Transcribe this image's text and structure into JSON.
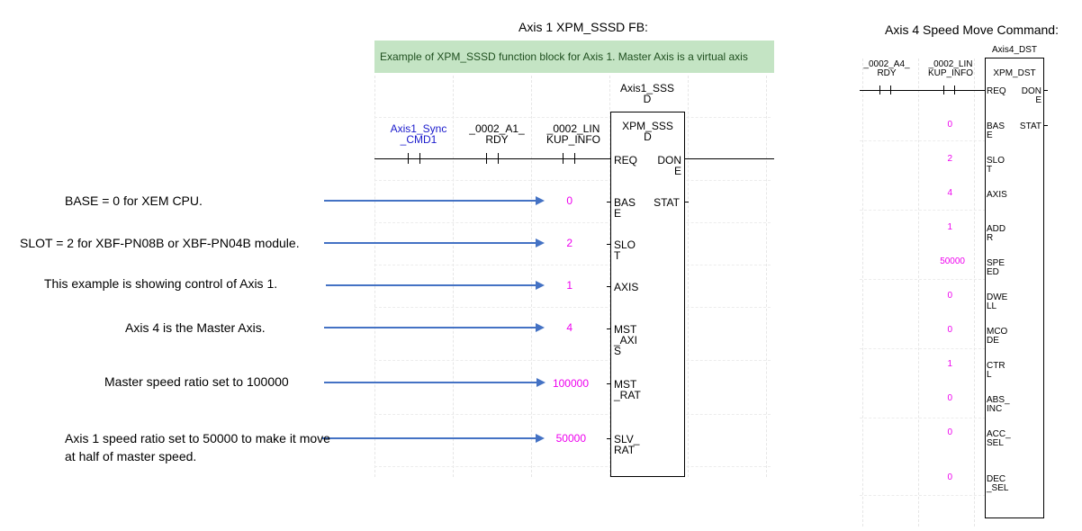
{
  "left_fb": {
    "heading": "Axis 1 XPM_SSSD FB:",
    "banner": "Example of XPM_SSSD function block for Axis 1. Master Axis is a virtual axis",
    "instance_name": "Axis1_SSS\nD",
    "block_type": "XPM_SSS\nD",
    "contacts": [
      {
        "label": "Axis1_Sync\n_CMD1",
        "color": "#1a1acc"
      },
      {
        "label": "_0002_A1_\nRDY",
        "color": "#000000"
      },
      {
        "label": "_0002_LIN\nKUP_INFO",
        "color": "#000000"
      }
    ],
    "outputs": {
      "done": "DON\nE",
      "stat": "STAT"
    },
    "inputs": [
      {
        "pin": "REQ",
        "value": ""
      },
      {
        "pin": "BAS\nE",
        "value": "0"
      },
      {
        "pin": "SLO\nT",
        "value": "2"
      },
      {
        "pin": "AXIS",
        "value": "1"
      },
      {
        "pin": "MST\n_AXI\nS",
        "value": "4"
      },
      {
        "pin": "MST\n_RAT",
        "value": "100000"
      },
      {
        "pin": "SLV_\nRAT",
        "value": "50000"
      }
    ],
    "notes": [
      "BASE = 0 for XEM CPU.",
      "SLOT = 2 for XBF-PN08B or XBF-PN04B module.",
      "This example is showing control of Axis 1.",
      "Axis 4 is the Master Axis.",
      "Master speed ratio set to 100000",
      "Axis 1 speed ratio set to 50000 to make it move at half of master speed."
    ]
  },
  "right_fb": {
    "heading": "Axis 4 Speed Move Command:",
    "instance_name": "Axis4_DST",
    "block_type": "XPM_DST",
    "contacts": [
      {
        "label": "_0002_A4_\nRDY"
      },
      {
        "label": "_0002_LIN\nKUP_INFO"
      }
    ],
    "outputs": {
      "done": "DON\nE",
      "stat": "STAT"
    },
    "inputs": [
      {
        "pin": "REQ",
        "value": ""
      },
      {
        "pin": "BAS\nE",
        "value": "0"
      },
      {
        "pin": "SLO\nT",
        "value": "2"
      },
      {
        "pin": "AXIS",
        "value": "4"
      },
      {
        "pin": "ADD\nR",
        "value": "1"
      },
      {
        "pin": "SPE\nED",
        "value": "50000"
      },
      {
        "pin": "DWE\nLL",
        "value": "0"
      },
      {
        "pin": "MCO\nDE",
        "value": "0"
      },
      {
        "pin": "CTR\nL",
        "value": "1"
      },
      {
        "pin": "ABS_\nINC",
        "value": "0"
      },
      {
        "pin": "ACC_\nSEL",
        "value": "0"
      },
      {
        "pin": "DEC\n_SEL",
        "value": "0"
      }
    ]
  },
  "colors": {
    "arrow": "#4472c4",
    "value": "#ee00ee",
    "contact_label_blue": "#1a1acc",
    "banner_bg": "#c4e4c4"
  }
}
